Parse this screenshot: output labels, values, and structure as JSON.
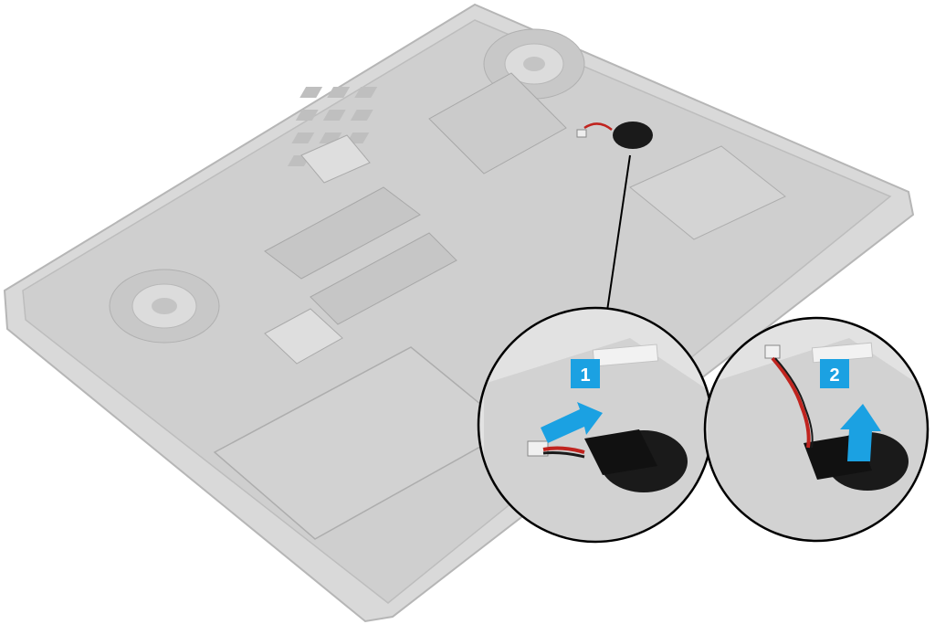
{
  "steps": [
    {
      "number": "1",
      "action": "disconnect-cable"
    },
    {
      "number": "2",
      "action": "lift-battery"
    }
  ],
  "colors": {
    "chassis": "#d7d7d7",
    "chassis_stroke": "#b4b4b4",
    "callout_bg": "#e2e2e2",
    "accent_blue": "#1ba1e2",
    "battery": "#1a1a1a",
    "wire_red": "#c0241f"
  }
}
